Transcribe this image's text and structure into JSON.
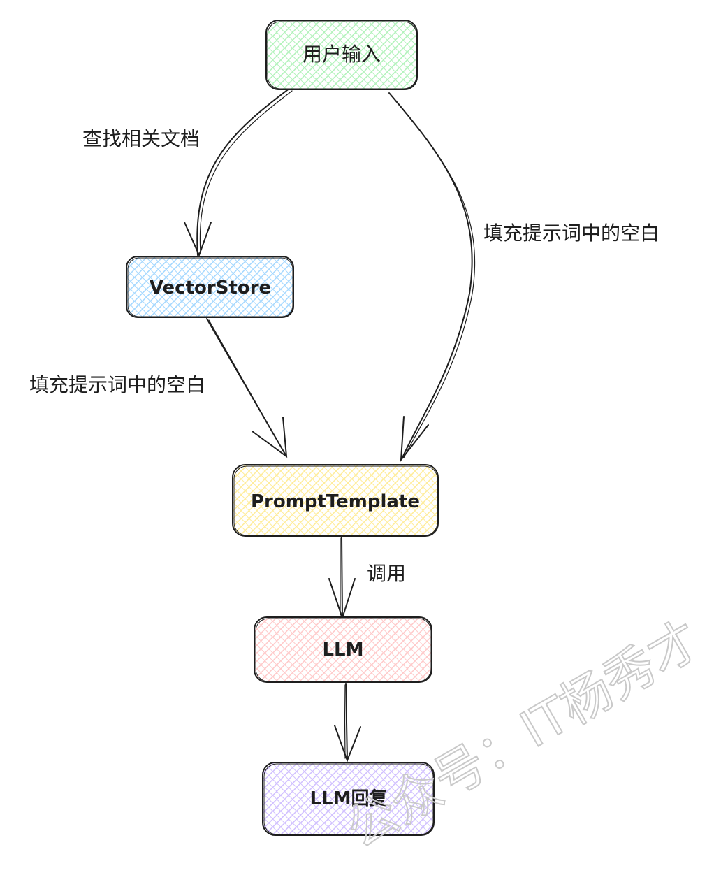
{
  "nodes": {
    "user_input": {
      "label": "用户输入",
      "fill": "#b2f2bb"
    },
    "vector_store": {
      "label": "VectorStore",
      "fill": "#a5d8ff"
    },
    "prompt_template": {
      "label": "PromptTemplate",
      "fill": "#ffec99"
    },
    "llm": {
      "label": "LLM",
      "fill": "#ffc9c9"
    },
    "llm_reply": {
      "label": "LLM回复",
      "fill": "#d0bfff"
    }
  },
  "edges": {
    "find_docs": {
      "label": "查找相关文档"
    },
    "fill_right": {
      "label": "填充提示词中的空白"
    },
    "fill_left": {
      "label": "填充提示词中的空白"
    },
    "invoke": {
      "label": "调用"
    }
  },
  "watermark": {
    "text": "公众号：IT杨秀才"
  },
  "colors": {
    "stroke": "#1e1e1e",
    "watermark": "#c9c9c9"
  }
}
